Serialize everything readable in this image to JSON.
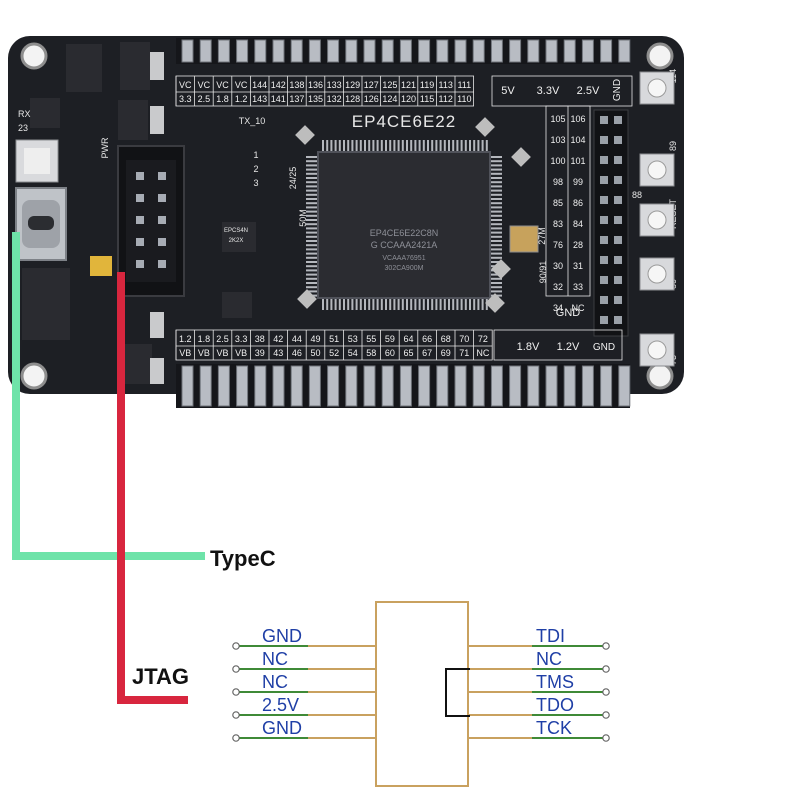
{
  "board": {
    "chip_silk": "EP4CE6E22",
    "chip_marking": [
      "EP4CE6E22C8N",
      "G CCAAA2421A",
      "VCAAA76951",
      "302CA900M"
    ],
    "top_header_top": [
      "VC",
      "VC",
      "VC",
      "VC",
      "144",
      "142",
      "138",
      "136",
      "133",
      "129",
      "127",
      "125",
      "121",
      "119",
      "113",
      "111"
    ],
    "top_header_bottom": [
      "3.3",
      "2.5",
      "1.8",
      "1.2",
      "143",
      "141",
      "137",
      "135",
      "132",
      "128",
      "126",
      "124",
      "120",
      "115",
      "112",
      "110"
    ],
    "top_right_labels": [
      "5V",
      "3.3V",
      "2.5V",
      "GND"
    ],
    "right_col_a": [
      "105",
      "103",
      "100",
      "98",
      "85",
      "83",
      "76",
      "30",
      "32",
      "34"
    ],
    "right_col_b": [
      "106",
      "104",
      "101",
      "99",
      "86",
      "84",
      "28",
      "31",
      "33",
      "NC"
    ],
    "right_gnd": "GND",
    "bottom_header_top": [
      "1.2",
      "1.8",
      "2.5",
      "3.3",
      "38",
      "42",
      "44",
      "49",
      "51",
      "53",
      "55",
      "59",
      "64",
      "66",
      "68",
      "70",
      "72"
    ],
    "bottom_header_bottom": [
      "VB",
      "VB",
      "VB",
      "VB",
      "39",
      "43",
      "46",
      "50",
      "52",
      "54",
      "58",
      "60",
      "65",
      "67",
      "69",
      "71",
      "NC"
    ],
    "bottom_right_labels": [
      "1.8V",
      "1.2V",
      "GND"
    ],
    "misc_silk": [
      "RX",
      "23",
      "TX_10",
      "PWR",
      "50M",
      "24/25",
      "27M",
      "90/91",
      "88",
      "RESET",
      "114",
      "89",
      "80",
      "73",
      "1",
      "2",
      "3",
      "EPCS4N",
      "2K2X"
    ],
    "accent_pcb": "#1d1f24"
  },
  "callouts": {
    "typec_label": "TypeC",
    "typec_color": "#6ee3a9",
    "jtag_label": "JTAG",
    "jtag_color": "#d8263e"
  },
  "jtag_pinout": {
    "left_pins": [
      "GND",
      "NC",
      "NC",
      "2.5V",
      "GND"
    ],
    "right_pins": [
      "TDI",
      "NC",
      "TMS",
      "TDO",
      "TCK"
    ],
    "label_color": "#1f3fa6",
    "lead_color": "#c9a15f",
    "wire_color": "#3f8a37"
  }
}
